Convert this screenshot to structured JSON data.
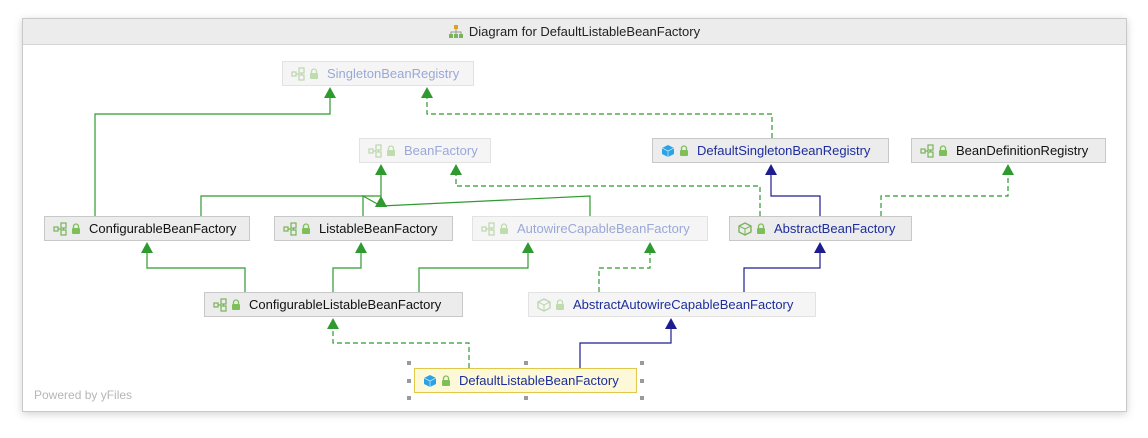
{
  "window": {
    "title": "Diagram for DefaultListableBeanFactory",
    "title_icon": "hierarchy-icon"
  },
  "footer": "Powered by yFiles",
  "colors": {
    "implements": "#2f9a2f",
    "extends": "#1d1d8f",
    "interface_icon": "#79b35a",
    "class_icon": "#2aa3e6",
    "abstract_icon": "#79b35a",
    "lock_icon": "#7fbf5a"
  },
  "nodes": [
    {
      "id": "singleton_registry",
      "label": "SingletonBeanRegistry",
      "kind": "interface",
      "faded": true
    },
    {
      "id": "bean_factory",
      "label": "BeanFactory",
      "kind": "interface",
      "faded": true
    },
    {
      "id": "default_singleton_registry",
      "label": "DefaultSingletonBeanRegistry",
      "kind": "class",
      "faded": false
    },
    {
      "id": "bean_definition_registry",
      "label": "BeanDefinitionRegistry",
      "kind": "interface",
      "faded": false
    },
    {
      "id": "configurable_bf",
      "label": "ConfigurableBeanFactory",
      "kind": "interface",
      "faded": false
    },
    {
      "id": "listable_bf",
      "label": "ListableBeanFactory",
      "kind": "interface",
      "faded": false
    },
    {
      "id": "autowire_capable_bf",
      "label": "AutowireCapableBeanFactory",
      "kind": "interface",
      "faded": true
    },
    {
      "id": "abstract_bf",
      "label": "AbstractBeanFactory",
      "kind": "abstract",
      "faded": false
    },
    {
      "id": "configurable_listable_bf",
      "label": "ConfigurableListableBeanFactory",
      "kind": "interface",
      "faded": false
    },
    {
      "id": "abstract_autowire_bf",
      "label": "AbstractAutowireCapableBeanFactory",
      "kind": "abstract",
      "faded": true
    },
    {
      "id": "default_listable_bf",
      "label": "DefaultListableBeanFactory",
      "kind": "class",
      "faded": false,
      "selected": true
    }
  ],
  "edges": [
    {
      "from": "configurable_bf",
      "to": "singleton_registry",
      "type": "extends-interface"
    },
    {
      "from": "configurable_bf",
      "to": "bean_factory",
      "type": "extends-interface"
    },
    {
      "from": "listable_bf",
      "to": "bean_factory",
      "type": "extends-interface"
    },
    {
      "from": "autowire_capable_bf",
      "to": "bean_factory",
      "type": "extends-interface"
    },
    {
      "from": "default_singleton_registry",
      "to": "singleton_registry",
      "type": "implements"
    },
    {
      "from": "abstract_bf",
      "to": "bean_factory",
      "type": "implements"
    },
    {
      "from": "abstract_bf",
      "to": "default_singleton_registry",
      "type": "extends"
    },
    {
      "from": "configurable_listable_bf",
      "to": "configurable_bf",
      "type": "extends-interface"
    },
    {
      "from": "configurable_listable_bf",
      "to": "listable_bf",
      "type": "extends-interface"
    },
    {
      "from": "configurable_listable_bf",
      "to": "autowire_capable_bf",
      "type": "extends-interface"
    },
    {
      "from": "abstract_autowire_bf",
      "to": "autowire_capable_bf",
      "type": "implements"
    },
    {
      "from": "abstract_autowire_bf",
      "to": "abstract_bf",
      "type": "extends"
    },
    {
      "from": "default_listable_bf",
      "to": "configurable_listable_bf",
      "type": "implements"
    },
    {
      "from": "default_listable_bf",
      "to": "bean_definition_registry",
      "type": "implements"
    },
    {
      "from": "default_listable_bf",
      "to": "abstract_autowire_bf",
      "type": "extends"
    }
  ]
}
